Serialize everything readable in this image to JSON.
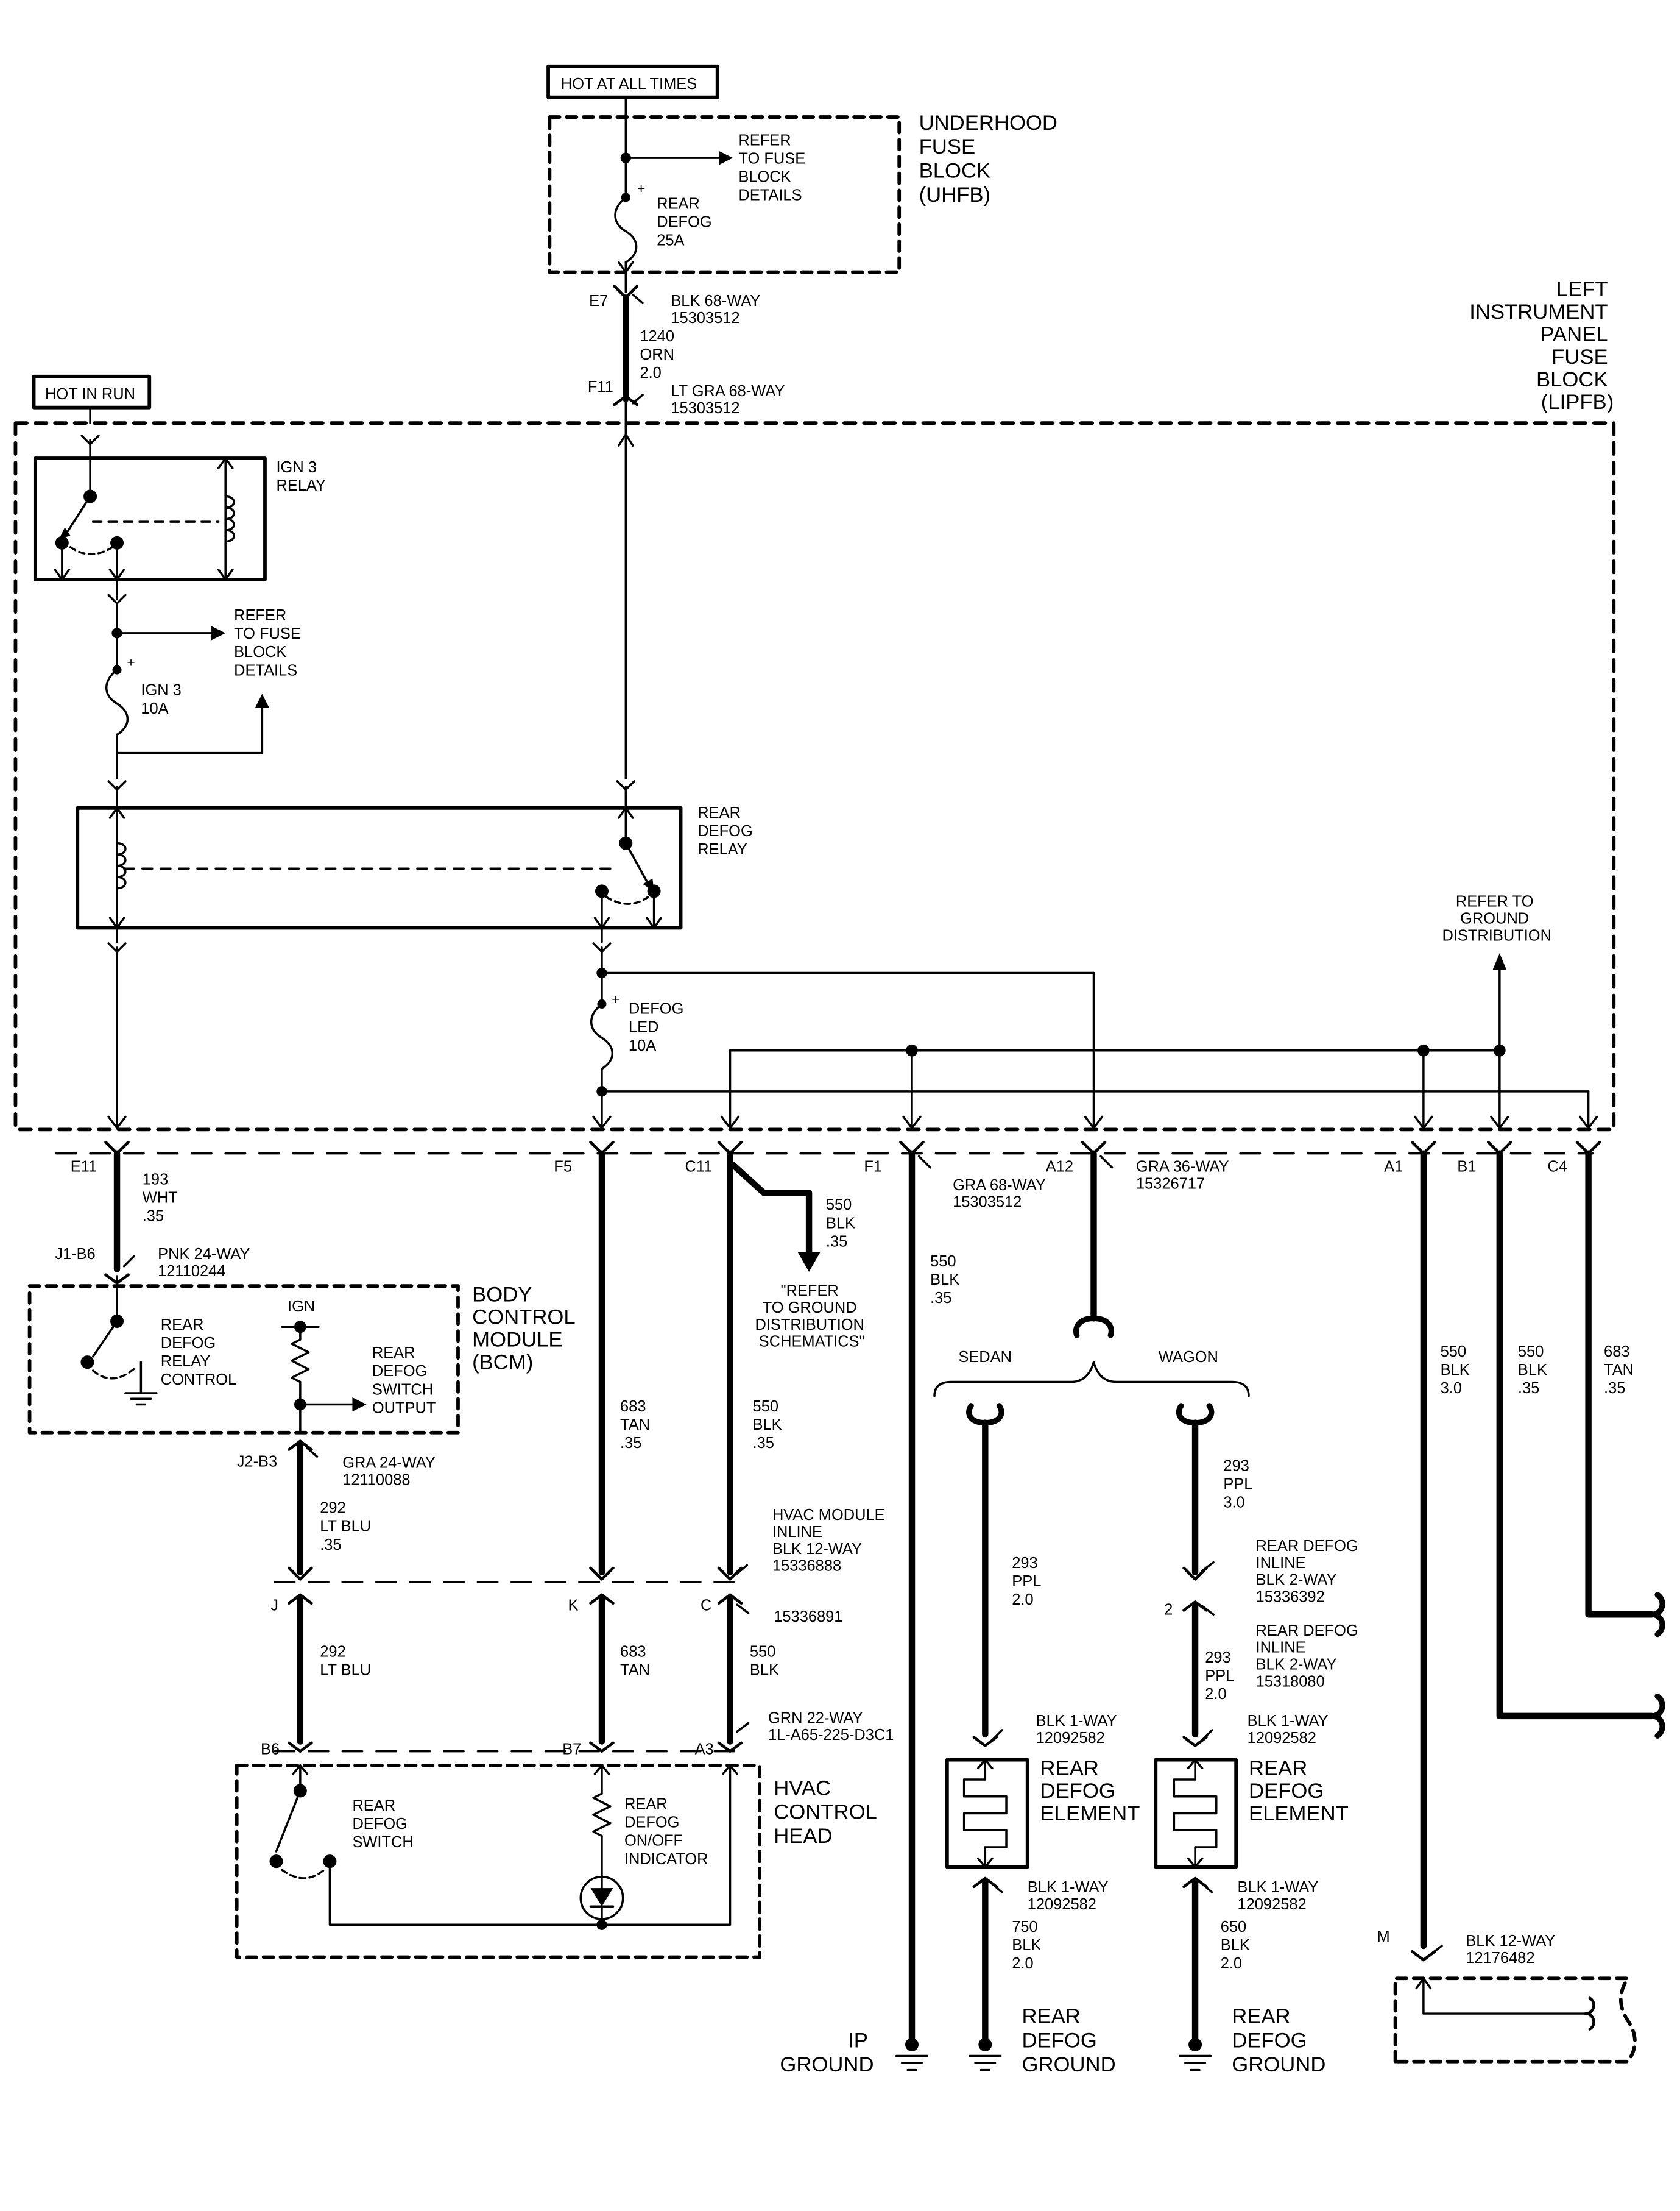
{
  "power": {
    "hot_at_all_times": "HOT AT ALL TIMES",
    "hot_in_run": "HOT IN RUN"
  },
  "uhfb": {
    "title": [
      "UNDERHOOD",
      "FUSE",
      "BLOCK",
      "(UHFB)"
    ],
    "refer": [
      "REFER",
      "TO FUSE",
      "BLOCK",
      "DETAILS"
    ],
    "fuse": [
      "REAR",
      "DEFOG",
      "25A"
    ]
  },
  "lipfb": {
    "title": [
      "LEFT",
      "INSTRUMENT",
      "PANEL",
      "FUSE",
      "BLOCK",
      "(LIPFB)"
    ],
    "ign3_relay": [
      "IGN 3",
      "RELAY"
    ],
    "refer": [
      "REFER",
      "TO FUSE",
      "BLOCK",
      "DETAILS"
    ],
    "ign3_fuse": [
      "IGN 3",
      "10A"
    ],
    "rear_defog_relay": [
      "REAR",
      "DEFOG",
      "RELAY"
    ],
    "defog_led_fuse": [
      "DEFOG",
      "LED",
      "10A"
    ],
    "refer_ground": [
      "REFER TO",
      "GROUND",
      "DISTRIBUTION"
    ]
  },
  "connectors": {
    "e7": "E7",
    "e7_desc": [
      "BLK 68-WAY",
      "15303512"
    ],
    "wire_1240": [
      "1240",
      "ORN",
      "2.0"
    ],
    "f11": "F11",
    "f11_desc": [
      "LT GRA 68-WAY",
      "15303512"
    ],
    "e11": "E11",
    "f5": "F5",
    "c11": "C11",
    "f1": "F1",
    "f1_desc": [
      "GRA 68-WAY",
      "15303512"
    ],
    "a12": "A12",
    "a12_desc": [
      "GRA 36-WAY",
      "15326717"
    ],
    "a1": "A1",
    "b1": "B1",
    "c4": "C4",
    "j1b6": "J1-B6",
    "j1b6_desc": [
      "PNK 24-WAY",
      "12110244"
    ],
    "j2b3": "J2-B3",
    "j2b3_desc": [
      "GRA 24-WAY",
      "12110088"
    ],
    "j": "J",
    "k": "K",
    "c": "C",
    "c_desc": "15336891",
    "hvac_inline": [
      "HVAC MODULE",
      "INLINE",
      "BLK 12-WAY",
      "15336888"
    ],
    "b6": "B6",
    "b7": "B7",
    "a3": "A3",
    "a3_desc": [
      "GRN 22-WAY",
      "1L-A65-225-D3C1"
    ],
    "sedan_top": [
      "BLK 1-WAY",
      "12092582"
    ],
    "sedan_bot": [
      "BLK 1-WAY",
      "12092582"
    ],
    "wagon_inline1": [
      "REAR DEFOG",
      "INLINE",
      "BLK 2-WAY",
      "15336392"
    ],
    "wagon_pin": "2",
    "wagon_inline2": [
      "REAR DEFOG",
      "INLINE",
      "BLK 2-WAY",
      "15318080"
    ],
    "wagon_top": [
      "BLK 1-WAY",
      "12092582"
    ],
    "wagon_bot": [
      "BLK 1-WAY",
      "12092582"
    ],
    "m": "M",
    "m_desc": [
      "BLK 12-WAY",
      "12176482"
    ]
  },
  "wires": {
    "w193": [
      "193",
      "WHT",
      ".35"
    ],
    "w550_branch": [
      "550",
      "BLK",
      ".35"
    ],
    "refer_ground_schem": [
      "\"REFER",
      "TO GROUND",
      "DISTRIBUTION",
      "SCHEMATICS\""
    ],
    "w550_f1": [
      "550",
      "BLK",
      ".35"
    ],
    "w683_f5": [
      "683",
      "TAN",
      ".35"
    ],
    "w550_c11": [
      "550",
      "BLK",
      ".35"
    ],
    "w292_top": [
      "292",
      "LT BLU",
      ".35"
    ],
    "w292_bot": [
      "292",
      "LT BLU"
    ],
    "w683_bot": [
      "683",
      "TAN"
    ],
    "w550_bot": [
      "550",
      "BLK"
    ],
    "w293_sedan": [
      "293",
      "PPL",
      "2.0"
    ],
    "w293_wagon_top": [
      "293",
      "PPL",
      "3.0"
    ],
    "w293_wagon_mid": [
      "293",
      "PPL",
      "2.0"
    ],
    "w750": [
      "750",
      "BLK",
      "2.0"
    ],
    "w650": [
      "650",
      "BLK",
      "2.0"
    ],
    "w550_a1": [
      "550",
      "BLK",
      "3.0"
    ],
    "w550_b1": [
      "550",
      "BLK",
      ".35"
    ],
    "w683_c4": [
      "683",
      "TAN",
      ".35"
    ]
  },
  "bcm": {
    "title": [
      "BODY",
      "CONTROL",
      "MODULE",
      "(BCM)"
    ],
    "relay_control": [
      "REAR",
      "DEFOG",
      "RELAY",
      "CONTROL"
    ],
    "ign": "IGN",
    "switch_output": [
      "REAR",
      "DEFOG",
      "SWITCH",
      "OUTPUT"
    ]
  },
  "hvac": {
    "title": [
      "HVAC",
      "CONTROL",
      "HEAD"
    ],
    "switch": [
      "REAR",
      "DEFOG",
      "SWITCH"
    ],
    "indicator": [
      "REAR",
      "DEFOG",
      "ON/OFF",
      "INDICATOR"
    ]
  },
  "options": {
    "sedan": "SEDAN",
    "wagon": "WAGON"
  },
  "elements": {
    "sedan": [
      "REAR",
      "DEFOG",
      "ELEMENT"
    ],
    "wagon": [
      "REAR",
      "DEFOG",
      "ELEMENT"
    ]
  },
  "grounds": {
    "ip": [
      "IP",
      "GROUND"
    ],
    "sedan": [
      "REAR",
      "DEFOG",
      "GROUND"
    ],
    "wagon": [
      "REAR",
      "DEFOG",
      "GROUND"
    ]
  }
}
